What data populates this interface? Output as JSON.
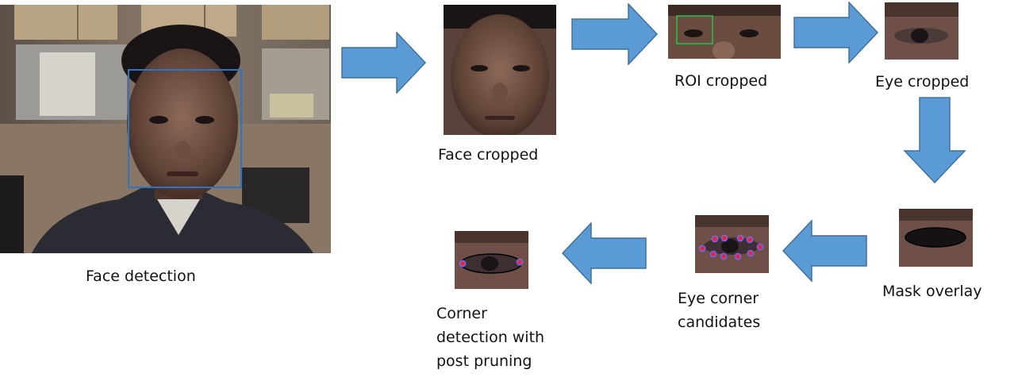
{
  "accent_color": "#5b9bd5",
  "arrow_stroke_color": "#41719c",
  "face_box_color": "#2e74c4",
  "roi_box_color": "#1fc34b",
  "corner_point_color": "#e8263a",
  "corner_point_ring_color": "#6a6aff",
  "stages": {
    "face_detection": {
      "caption": "Face detection"
    },
    "face_cropped": {
      "caption": "Face cropped"
    },
    "roi_cropped": {
      "caption": "ROI cropped"
    },
    "eye_cropped": {
      "caption": "Eye cropped"
    },
    "mask_overlay": {
      "caption": "Mask overlay"
    },
    "eye_corner_candidates": {
      "caption_line1": "Eye corner",
      "caption_line2": "candidates"
    },
    "corner_detection": {
      "caption_line1": "Corner",
      "caption_line2": "detection with",
      "caption_line3": "post pruning"
    }
  },
  "arrows": [
    "right-arrow",
    "right-arrow",
    "right-arrow",
    "down-arrow",
    "left-arrow",
    "left-arrow"
  ]
}
